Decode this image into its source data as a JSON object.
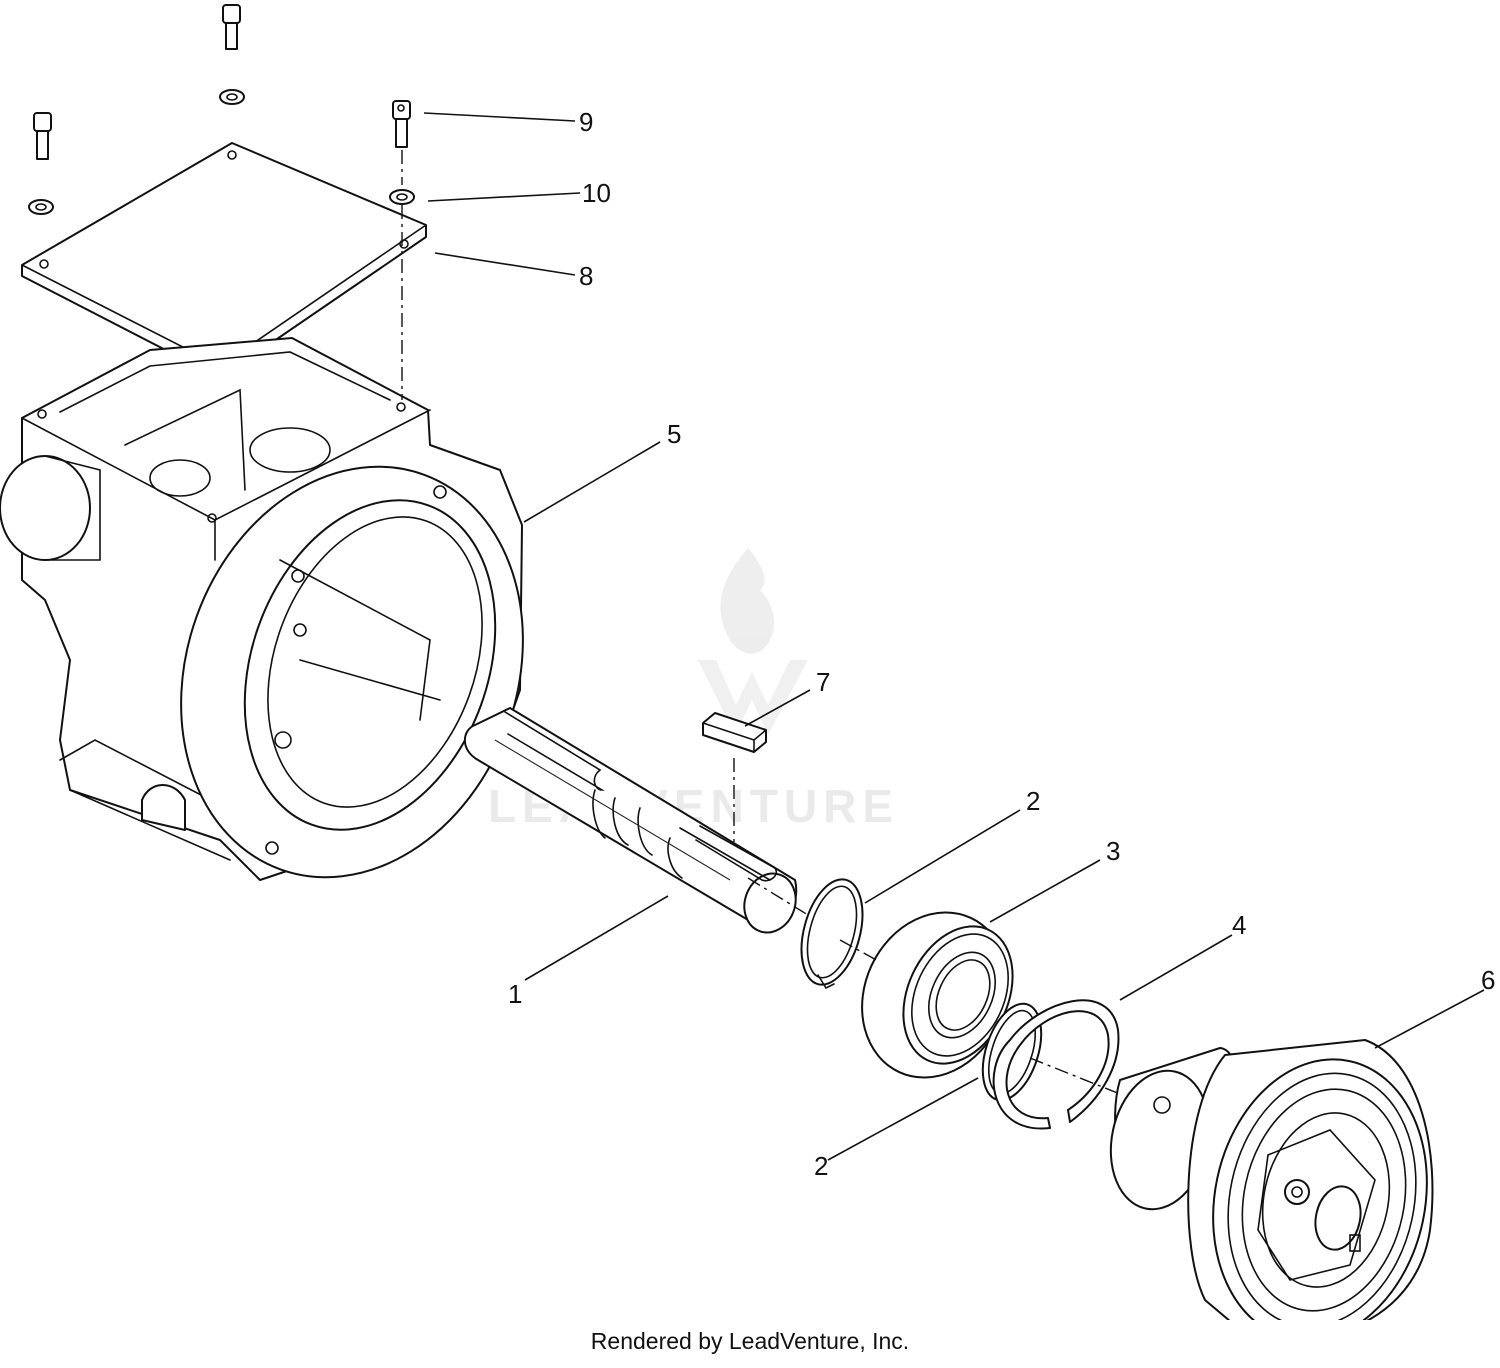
{
  "diagram": {
    "callouts": [
      "9",
      "10",
      "8",
      "5",
      "7",
      "2",
      "3",
      "4",
      "6",
      "1",
      "2"
    ],
    "watermark": "LEADVENTURE"
  },
  "footer": {
    "text": "Rendered by LeadVenture, Inc."
  }
}
